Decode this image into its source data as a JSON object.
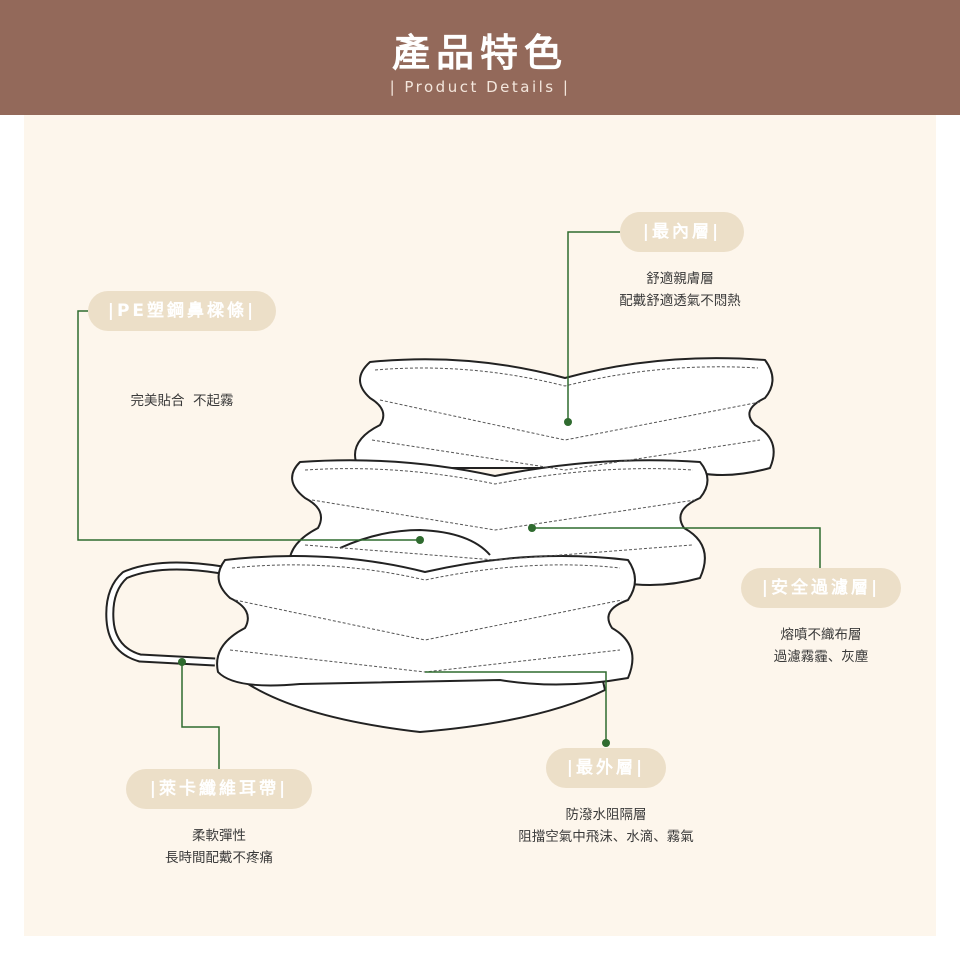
{
  "header": {
    "title": "產品特色",
    "subtitle": "| Product Details |"
  },
  "features": [
    {
      "label": "|最內層|",
      "lines": [
        "舒適親膚層",
        "配戴舒適透氣不悶熱"
      ]
    },
    {
      "label": "|PE塑鋼鼻樑條|",
      "lines": [
        "完美貼合  不起霧"
      ]
    },
    {
      "label": "|安全過濾層|",
      "lines": [
        "熔噴不織布層",
        "過濾霧霾、灰塵"
      ]
    },
    {
      "label": "|最外層|",
      "lines": [
        "防潑水阻隔層",
        "阻擋空氣中飛沫、水滴、霧氣"
      ]
    },
    {
      "label": "|萊卡纖維耳帶|",
      "lines": [
        "柔軟彈性",
        "長時間配戴不疼痛"
      ]
    }
  ],
  "colors": {
    "header": "#93695a",
    "panel": "#fdf6ec",
    "pill": "#ecdfc8",
    "leader": "#2f6b2f"
  }
}
